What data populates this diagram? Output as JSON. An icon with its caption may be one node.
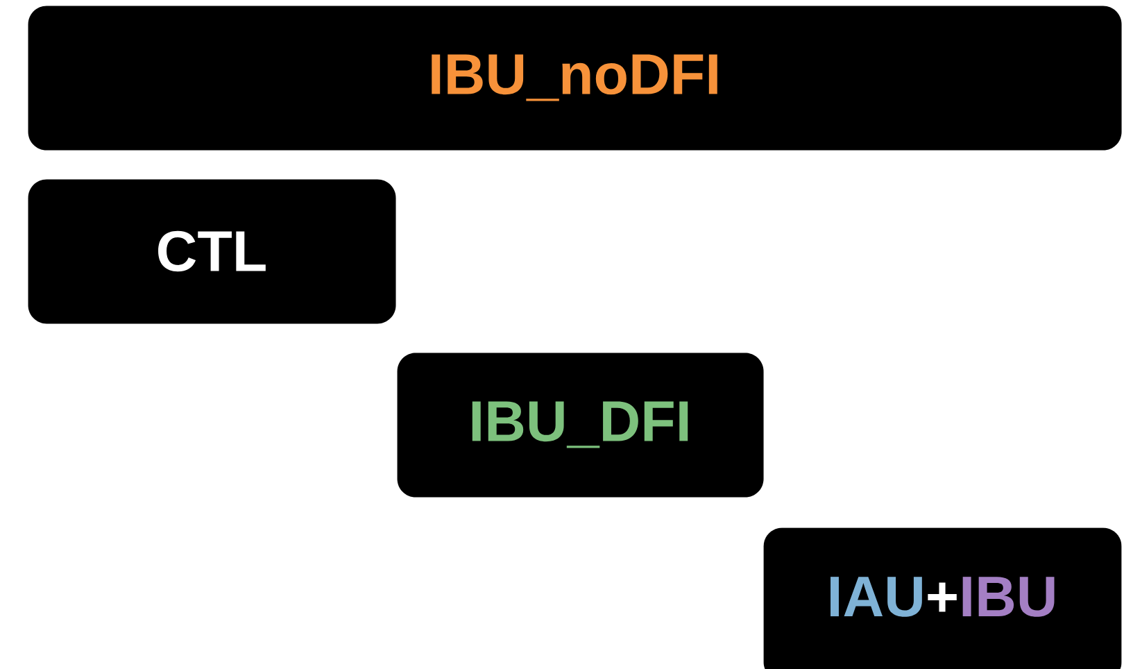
{
  "diagram": {
    "nodes": [
      {
        "text": [
          "IBU_noDFI"
        ]
      },
      {
        "text": [
          "CTL"
        ]
      },
      {
        "text": [
          "IBU_DFI"
        ]
      },
      {
        "text": [
          "IAU",
          "+",
          "IBU"
        ]
      }
    ]
  }
}
